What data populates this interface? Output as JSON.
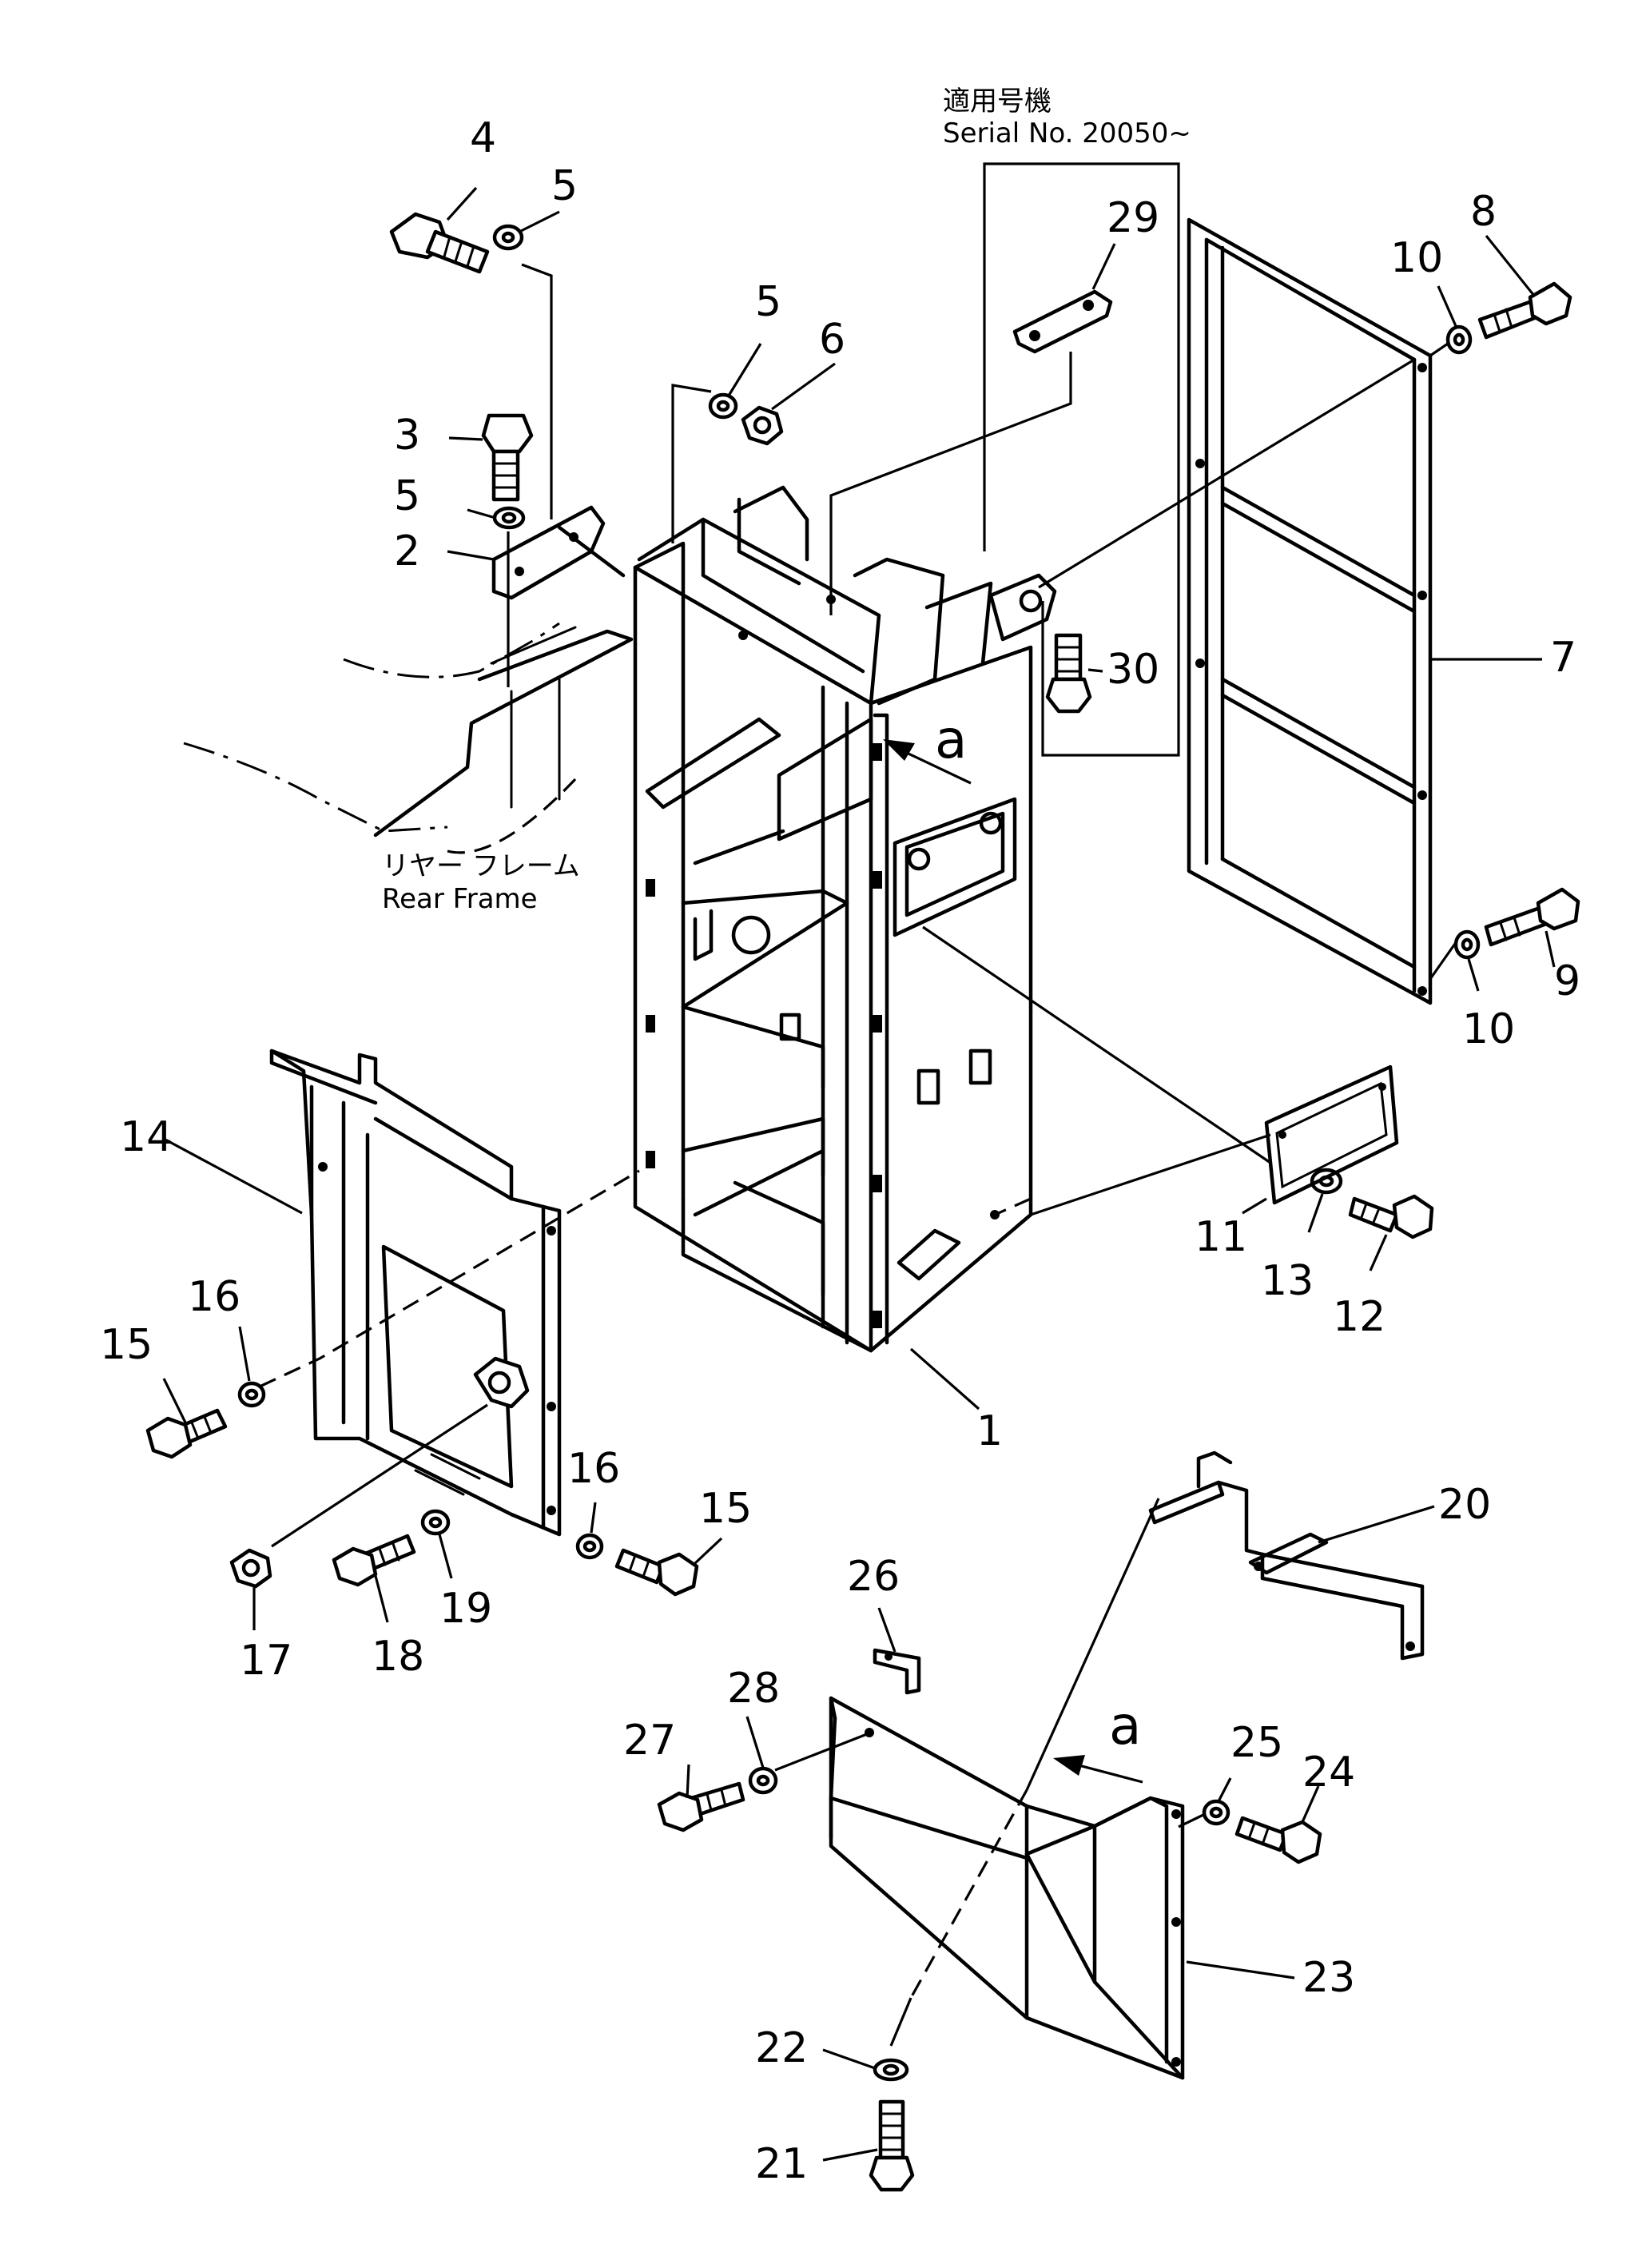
{
  "serial_note": {
    "japanese": "適用号機",
    "english": "Serial  No. 20050~"
  },
  "rear_frame": {
    "japanese": "リヤー フレーム",
    "english": "Rear Frame"
  },
  "view_marker": "a",
  "view_marker_2": "a",
  "callouts": [
    "1",
    "2",
    "3",
    "4",
    "5",
    "5",
    "5",
    "6",
    "7",
    "8",
    "9",
    "10",
    "10",
    "11",
    "12",
    "13",
    "14",
    "15",
    "15",
    "16",
    "16",
    "17",
    "18",
    "19",
    "20",
    "21",
    "22",
    "23",
    "24",
    "25",
    "26",
    "27",
    "28",
    "29",
    "30"
  ]
}
